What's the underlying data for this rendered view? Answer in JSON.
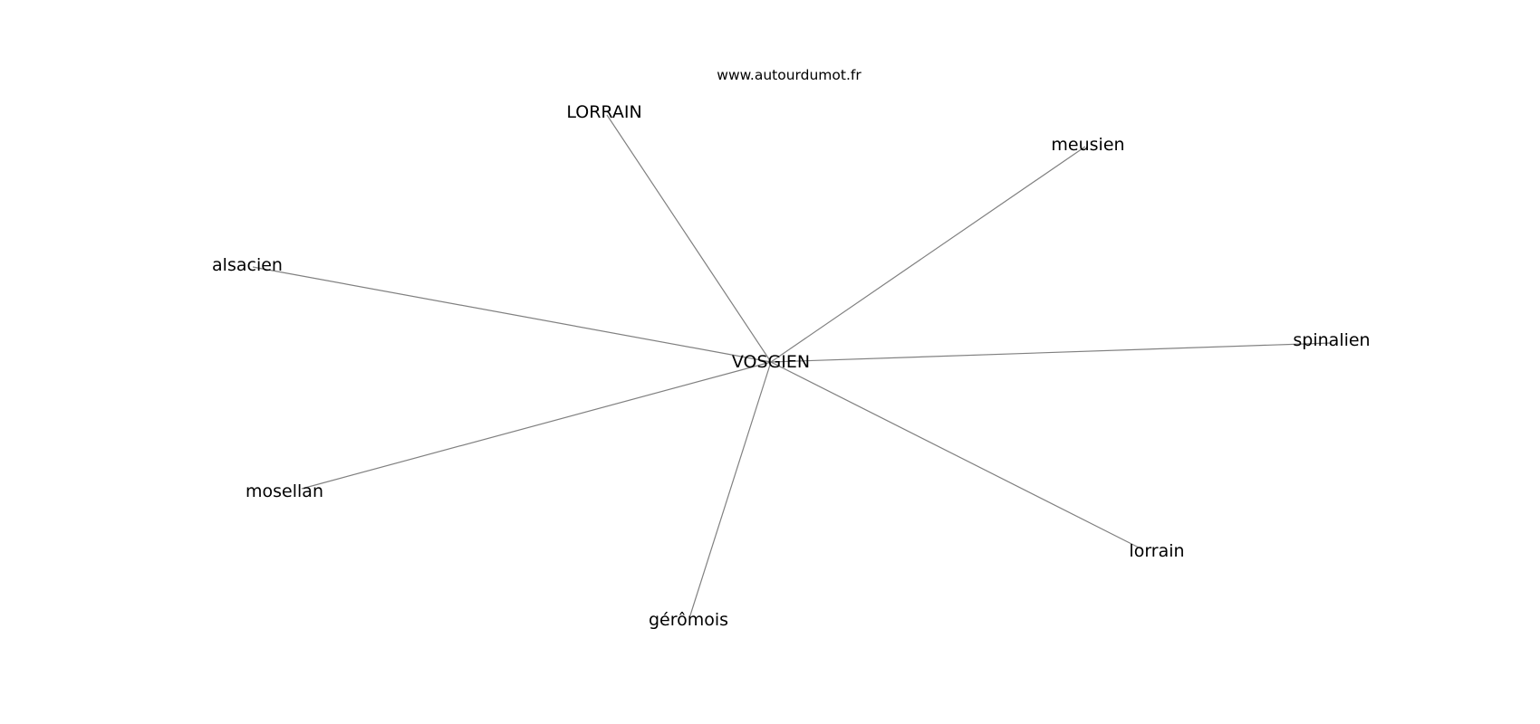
{
  "source": "www.autourdumot.fr",
  "center": {
    "id": "center",
    "label": "VOSGIEN"
  },
  "nodes": [
    {
      "id": "lorrain-upper",
      "label": "LORRAIN"
    },
    {
      "id": "meusien",
      "label": "meusien"
    },
    {
      "id": "alsacien",
      "label": "alsacien"
    },
    {
      "id": "spinalien",
      "label": "spinalien"
    },
    {
      "id": "mosellan",
      "label": "mosellan"
    },
    {
      "id": "lorrain",
      "label": "lorrain"
    },
    {
      "id": "geromois",
      "label": "gérômois"
    }
  ],
  "edges": [
    {
      "from": "center",
      "to": "lorrain-upper"
    },
    {
      "from": "center",
      "to": "meusien"
    },
    {
      "from": "center",
      "to": "alsacien"
    },
    {
      "from": "center",
      "to": "spinalien"
    },
    {
      "from": "center",
      "to": "mosellan"
    },
    {
      "from": "center",
      "to": "lorrain"
    },
    {
      "from": "center",
      "to": "geromois"
    }
  ],
  "colors": {
    "edge": "#808080",
    "text": "#000000",
    "background": "#ffffff"
  }
}
